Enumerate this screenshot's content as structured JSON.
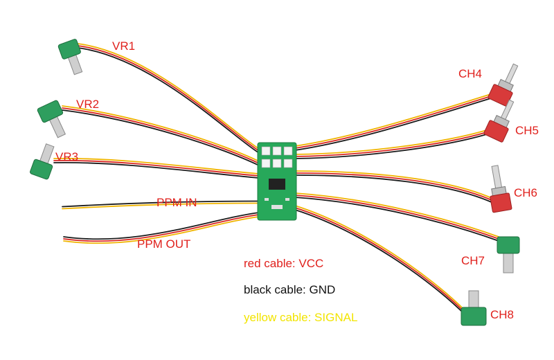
{
  "labels": {
    "vr1": "VR1",
    "vr2": "VR2",
    "vr3": "VR3",
    "ppm_in": "PPM IN",
    "ppm_out": "PPM OUT",
    "ch4": "CH4",
    "ch5": "CH5",
    "ch6": "CH6",
    "ch7": "CH7",
    "ch8": "CH8"
  },
  "legend": {
    "red": "red cable: VCC",
    "black": "black cable: GND",
    "yellow": "yellow cable: SIGNAL"
  },
  "colors": {
    "label": "#e0201c",
    "legend_red": "#e0201c",
    "legend_black": "#111111",
    "legend_yellow": "#f2e400",
    "wire_red": "#d8231f",
    "wire_black": "#1a1a1a",
    "wire_yellow": "#f0b400",
    "pcb": "#27a85a",
    "pot_body": "#2e9e5e",
    "switch_body": "#d83a3a"
  },
  "icons": {
    "potentiometers": [
      "potentiometer-icon",
      "potentiometer-icon",
      "potentiometer-icon",
      "potentiometer-icon",
      "potentiometer-icon"
    ],
    "switches": [
      "toggle-switch-icon",
      "toggle-switch-icon",
      "toggle-switch-icon"
    ],
    "board": "pcb-module-icon"
  }
}
